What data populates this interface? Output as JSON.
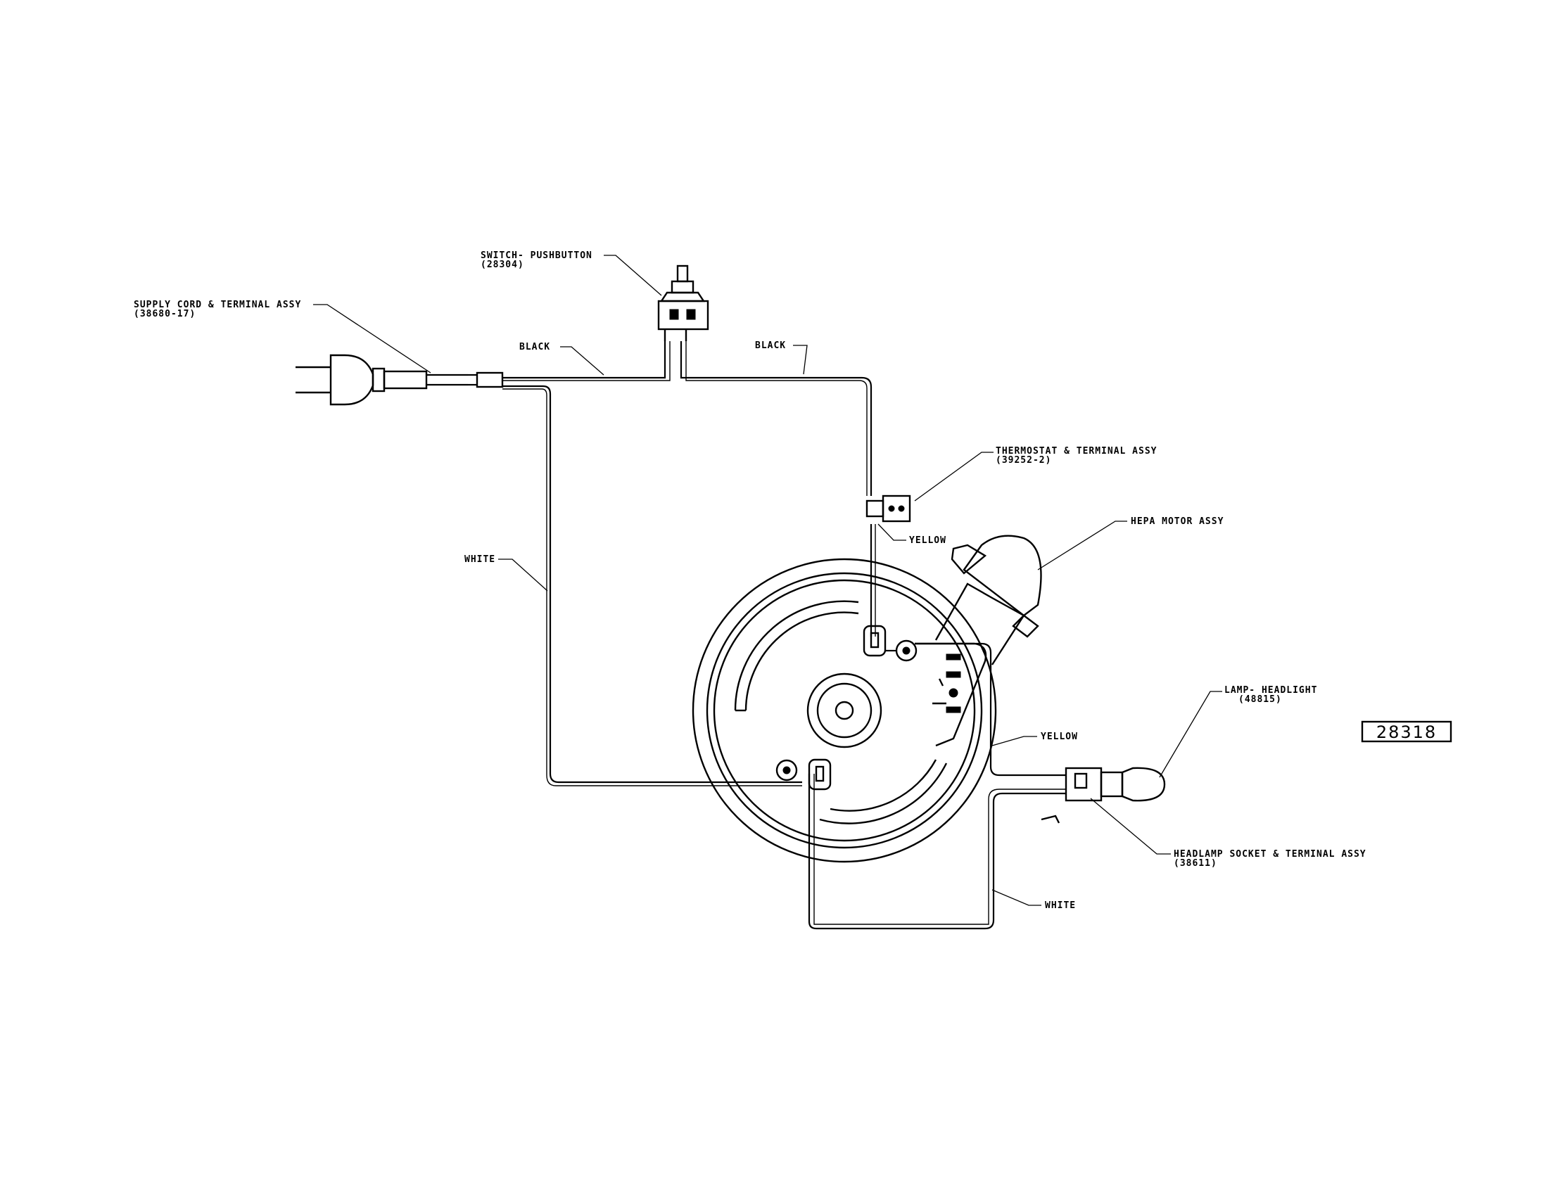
{
  "labels": {
    "switch": {
      "name": "SWITCH- PUSHBUTTON",
      "part": "(28304)"
    },
    "supply_cord": {
      "name": "SUPPLY CORD & TERMINAL ASSY",
      "part": "(38680-17)"
    },
    "thermostat": {
      "name": "THERMOSTAT & TERMINAL ASSY",
      "part": "(39252-2)"
    },
    "motor": {
      "name": "HEPA MOTOR ASSY"
    },
    "lamp": {
      "name": "LAMP- HEADLIGHT",
      "part": "(48815)"
    },
    "socket": {
      "name": "HEADLAMP SOCKET & TERMINAL ASSY",
      "part": "(38611)"
    }
  },
  "wires": {
    "black_left": "BLACK",
    "black_right": "BLACK",
    "white_left": "WHITE",
    "white_bottom": "WHITE",
    "yellow_top": "YELLOW",
    "yellow_right": "YELLOW"
  },
  "diagram_number": "28318"
}
